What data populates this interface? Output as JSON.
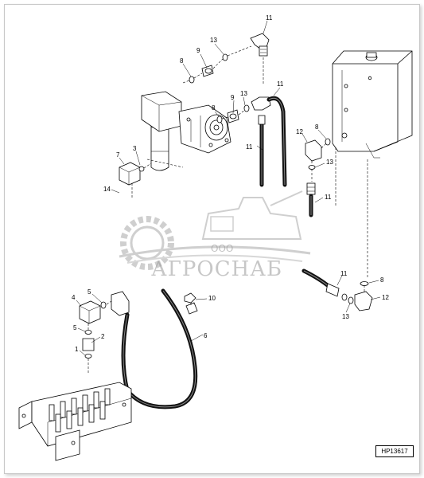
{
  "callouts": [
    {
      "id": "c11a",
      "label": "11"
    },
    {
      "id": "c13a",
      "label": "13"
    },
    {
      "id": "c9a",
      "label": "9"
    },
    {
      "id": "c8a",
      "label": "8"
    },
    {
      "id": "c11b",
      "label": "11"
    },
    {
      "id": "c13b",
      "label": "13"
    },
    {
      "id": "c9b",
      "label": "9"
    },
    {
      "id": "c8b",
      "label": "8"
    },
    {
      "id": "c11c",
      "label": "11"
    },
    {
      "id": "c7",
      "label": "7"
    },
    {
      "id": "c3",
      "label": "3"
    },
    {
      "id": "c14",
      "label": "14"
    },
    {
      "id": "c12a",
      "label": "12"
    },
    {
      "id": "c8c",
      "label": "8"
    },
    {
      "id": "c13c",
      "label": "13"
    },
    {
      "id": "c11d",
      "label": "11"
    },
    {
      "id": "c11e",
      "label": "11"
    },
    {
      "id": "c8d",
      "label": "8"
    },
    {
      "id": "c12b",
      "label": "12"
    },
    {
      "id": "c13d",
      "label": "13"
    },
    {
      "id": "c4",
      "label": "4"
    },
    {
      "id": "c5a",
      "label": "5"
    },
    {
      "id": "c10",
      "label": "10"
    },
    {
      "id": "c6",
      "label": "6"
    },
    {
      "id": "c5b",
      "label": "5"
    },
    {
      "id": "c2",
      "label": "2"
    },
    {
      "id": "c1",
      "label": "1"
    }
  ],
  "watermark": {
    "ooo": "ООО",
    "brand": "АГРОСНАБ"
  },
  "figure_ref": "HP13617",
  "colors": {
    "line": "#000000",
    "hose": "#111111",
    "watermark": "#9a9a9a",
    "frame": "#c8c8c8"
  }
}
